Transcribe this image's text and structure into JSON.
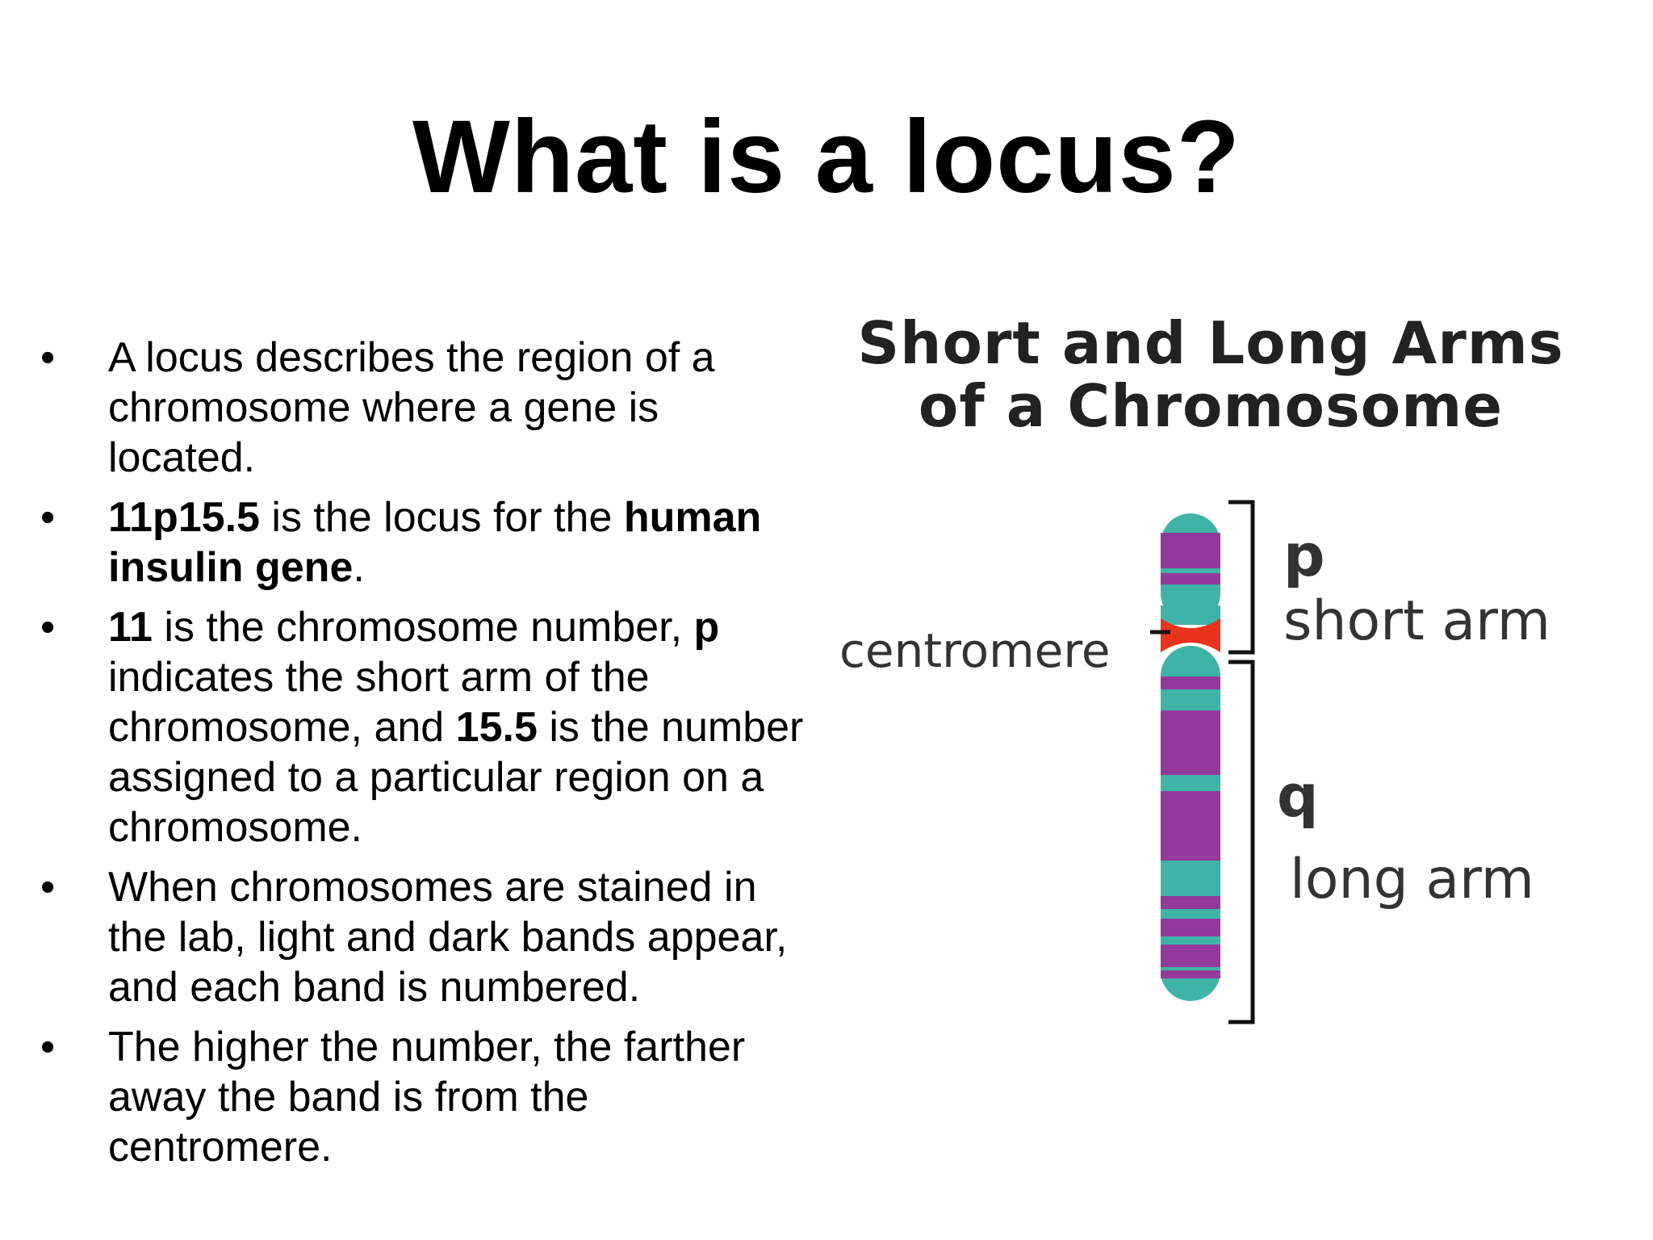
{
  "slide": {
    "title": "What is a locus?",
    "bullets": [
      {
        "glyph": "•",
        "parts": [
          {
            "text": "A locus describes the region of a chromosome where a gene is located.",
            "bold": false
          }
        ]
      },
      {
        "glyph": "•",
        "parts": [
          {
            "text": "11p15.5",
            "bold": true
          },
          {
            "text": " is the locus for the ",
            "bold": false
          },
          {
            "text": "human insulin gene",
            "bold": true
          },
          {
            "text": ".",
            "bold": false
          }
        ]
      },
      {
        "glyph": "•",
        "parts": [
          {
            "text": "11",
            "bold": true
          },
          {
            "text": " is the chromosome number, ",
            "bold": false
          },
          {
            "text": "p",
            "bold": true
          },
          {
            "text": " indicates the short arm of the chromosome, and ",
            "bold": false
          },
          {
            "text": "15.5",
            "bold": true
          },
          {
            "text": " is the number assigned to a particular region on a chromosome.",
            "bold": false
          }
        ]
      },
      {
        "glyph": "•",
        "parts": [
          {
            "text": " When chromosomes are stained in the lab, light and dark bands appear, and each band is numbered.",
            "bold": false
          }
        ]
      },
      {
        "glyph": "•",
        "parts": [
          {
            "text": "The higher the number, the farther away the band is from the centromere.",
            "bold": false
          }
        ]
      }
    ]
  },
  "diagram": {
    "title_line1": "Short and Long Arms",
    "title_line2": "of a Chromosome",
    "label_p": "p",
    "label_short_arm": "short arm",
    "label_q": "q",
    "label_long_arm": "long arm",
    "label_centromere": "centromere",
    "colors": {
      "band_dark": "#933a9c",
      "band_light": "#3fb3a6",
      "centromere": "#e8341c",
      "bracket": "#111111",
      "label_text": "#333333"
    }
  }
}
